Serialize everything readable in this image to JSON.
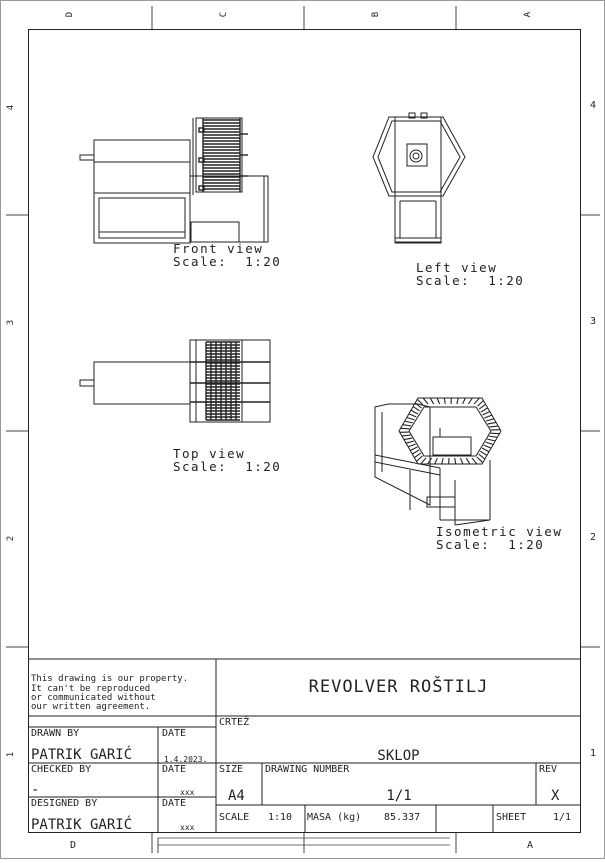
{
  "frame": {
    "top_zones": [
      "D",
      "C",
      "B",
      "A"
    ],
    "bottom_zones": [
      "D",
      "A"
    ],
    "side_zones": [
      "4",
      "3",
      "2",
      "1"
    ]
  },
  "views": {
    "front": {
      "label": "Front view",
      "scale": "Scale:  1:20"
    },
    "left": {
      "label": "Left view",
      "scale": "Scale:  1:20"
    },
    "top": {
      "label": "Top view",
      "scale": "Scale:  1:20"
    },
    "isometric": {
      "label": "Isometric view",
      "scale": "Scale:  1:20"
    }
  },
  "title_block": {
    "notice": [
      "This drawing is our property.",
      "It can't be reproduced",
      "or communicated without",
      "our written agreement."
    ],
    "title": "REVOLVER ROŠTILJ",
    "crtez_label": "CRTEŽ",
    "crtez_value": "SKLOP",
    "drawn_by_label": "DRAWN BY",
    "drawn_by": "PATRIK GARIĆ",
    "date_label": "DATE",
    "drawn_date": "1.4.2023.",
    "checked_by_label": "CHECKED BY",
    "checked_by": "-",
    "checked_date": "xxx",
    "designed_by_label": "DESIGNED BY",
    "designed_by": "PATRIK GARIĆ",
    "designed_date": "xxx",
    "size_label": "SIZE",
    "size": "A4",
    "drawing_number_label": "DRAWING NUMBER",
    "drawing_number": "1/1",
    "rev_label": "REV",
    "rev": "X",
    "scale_label": "SCALE",
    "scale": "1:10",
    "masa_label": "MASA (kg)",
    "masa": "85.337",
    "sheet_label": "SHEET",
    "sheet": "1/1"
  }
}
